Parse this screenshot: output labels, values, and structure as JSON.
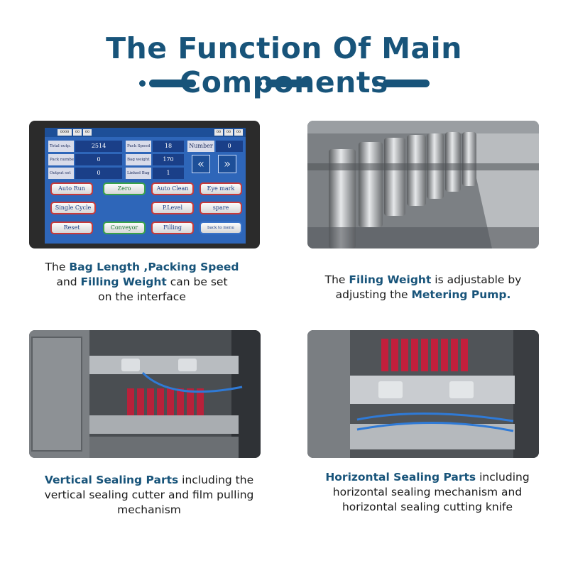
{
  "title": "The Function Of Main Components",
  "hmi": {
    "top_left_boxes": [
      "0000",
      "00",
      "00"
    ],
    "top_right_boxes": [
      "00",
      "00",
      "00"
    ],
    "fields": [
      {
        "label": "Total outp.",
        "value": "2514"
      },
      {
        "label": "Pack number",
        "value": "0"
      },
      {
        "label": "Output set",
        "value": "0"
      }
    ],
    "fields2": [
      {
        "label": "Pack Speed",
        "value": "18"
      },
      {
        "label": "Bag weight",
        "value": "170"
      },
      {
        "label": "Linked Bag",
        "value": "1"
      }
    ],
    "number_label": "Number",
    "number_value": "0",
    "arrow_left": "«",
    "arrow_right": "»",
    "buttons": {
      "auto_run": "Auto Run",
      "zero": "Zero",
      "auto_clean": "Auto Clean",
      "eye_mark": "Eye mark",
      "single_cycle": "Single Cycle",
      "p_level": "P.Level",
      "spare": "spare",
      "reset": "Reset",
      "conveyor": "Conveyor",
      "filling": "Filling",
      "back_to_menu": "back to menu"
    }
  },
  "captions": {
    "c1": {
      "l1_pre": "The ",
      "l1_b1": "Bag Length ,Packing Speed",
      "l2_pre": "and ",
      "l2_b": "Filling Weight",
      "l2_post": " can be set",
      "l3": "on the interface"
    },
    "c2": {
      "l1_pre": "The ",
      "l1_b": "Filing Weight",
      "l1_post": " is adjustable by",
      "l2_pre": "adjusting the ",
      "l2_b": "Metering Pump."
    },
    "c3": {
      "l1_b": "Vertical Sealing Parts",
      "l1_post": " including the",
      "l2": "vertical sealing cutter and film pulling",
      "l3": "mechanism"
    },
    "c4": {
      "l1_b": "Horizontal Sealing Parts",
      "l1_post": " including",
      "l2": "horizontal sealing mechanism and",
      "l3": "horizontal sealing cutting knife"
    }
  }
}
